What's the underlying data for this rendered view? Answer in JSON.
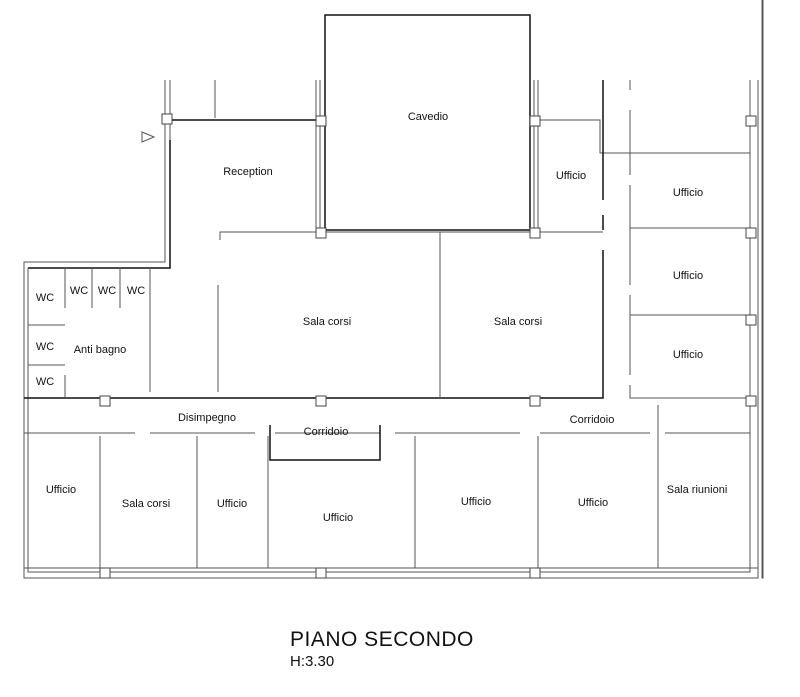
{
  "plan": {
    "title": "PIANO SECONDO",
    "height_label": "H:3.30",
    "rooms": {
      "cavedio": "Cavedio",
      "reception": "Reception",
      "ufficio_top": "Ufficio",
      "ufficio_r1": "Ufficio",
      "ufficio_r2": "Ufficio",
      "ufficio_r3": "Ufficio",
      "sala_corsi_1": "Sala corsi",
      "sala_corsi_2": "Sala corsi",
      "wc_1": "WC",
      "wc_2": "WC",
      "wc_3": "WC",
      "wc_4": "WC",
      "wc_5": "WC",
      "wc_6": "WC",
      "anti_bagno": "Anti bagno",
      "disimpegno": "Disimpegno",
      "corridoio_1": "Corridoio",
      "corridoio_2": "Corridoio",
      "ufficio_b1": "Ufficio",
      "sala_corsi_b": "Sala corsi",
      "ufficio_b2": "Ufficio",
      "ufficio_b3": "Ufficio",
      "ufficio_b4": "Ufficio",
      "ufficio_b5": "Ufficio",
      "sala_riunioni": "Sala riunioni"
    }
  }
}
